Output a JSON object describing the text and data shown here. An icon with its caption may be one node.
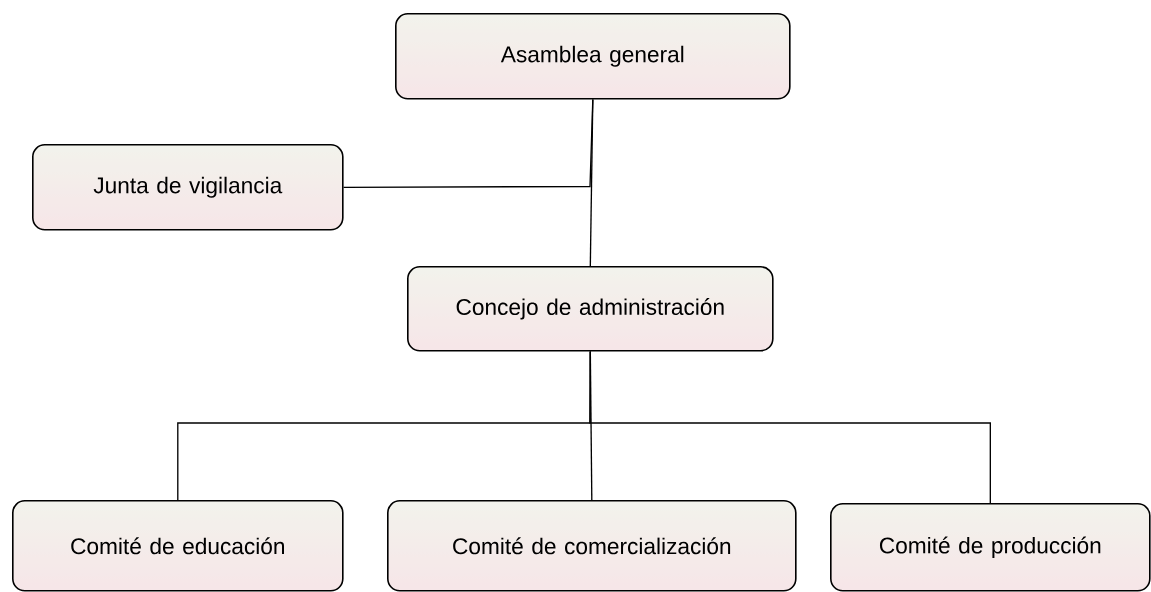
{
  "diagram": {
    "nodes": [
      {
        "text": [
          "Asamblea general"
        ]
      },
      {
        "text": [
          "Junta de vigilancia"
        ]
      },
      {
        "text": [
          "Concejo de administración"
        ]
      },
      {
        "text": [
          "Comité de educación"
        ]
      },
      {
        "text": [
          "Comité de comercialización"
        ]
      },
      {
        "text": [
          "Comité de producción"
        ]
      }
    ],
    "edges": [
      {
        "from": 0,
        "to": 2,
        "arrow": "none"
      },
      {
        "from": 1,
        "to": 0,
        "arrow": "none"
      },
      {
        "from": 2,
        "to": 3,
        "arrow": "none"
      },
      {
        "from": 2,
        "to": 4,
        "arrow": "none"
      },
      {
        "from": 2,
        "to": 5,
        "arrow": "none"
      }
    ]
  }
}
